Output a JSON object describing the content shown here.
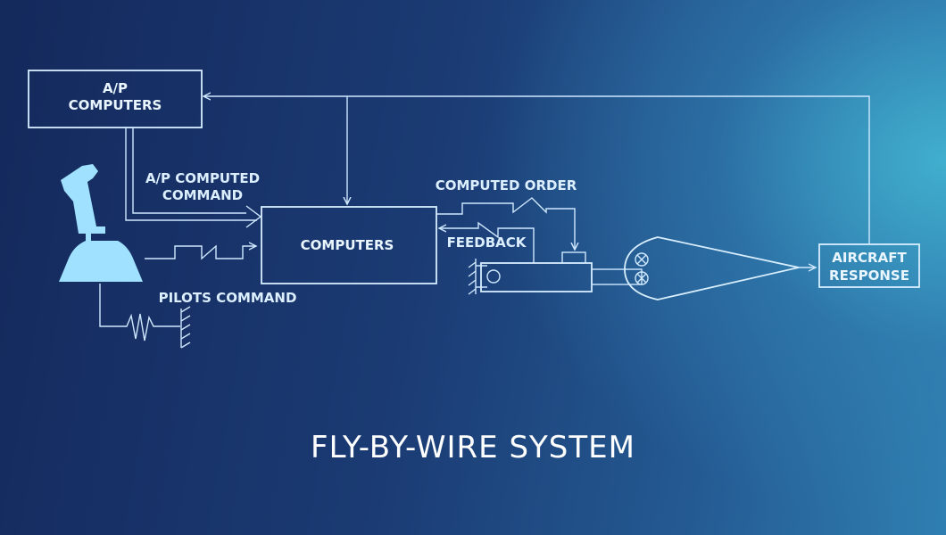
{
  "title": "FLY-BY-WIRE SYSTEM",
  "boxes": {
    "ap_computers": [
      "A/P",
      "COMPUTERS"
    ],
    "computers": "COMPUTERS",
    "aircraft_response": [
      "AIRCRAFT",
      "RESPONSE"
    ]
  },
  "labels": {
    "ap_computed_command": [
      "A/P COMPUTED",
      "COMMAND"
    ],
    "computed_order": "COMPUTED ORDER",
    "feedback": "FEEDBACK",
    "pilots_command": "PILOTS COMMAND"
  },
  "icons": [
    "joystick-icon",
    "spring-damper-icon",
    "actuator-icon",
    "control-surface-icon"
  ],
  "colors": {
    "line": "#cfe8ff",
    "joystick": "#9fe1ff",
    "text": "#dcefff",
    "bg_dark": "#14295c",
    "bg_light": "#42b2d0"
  }
}
